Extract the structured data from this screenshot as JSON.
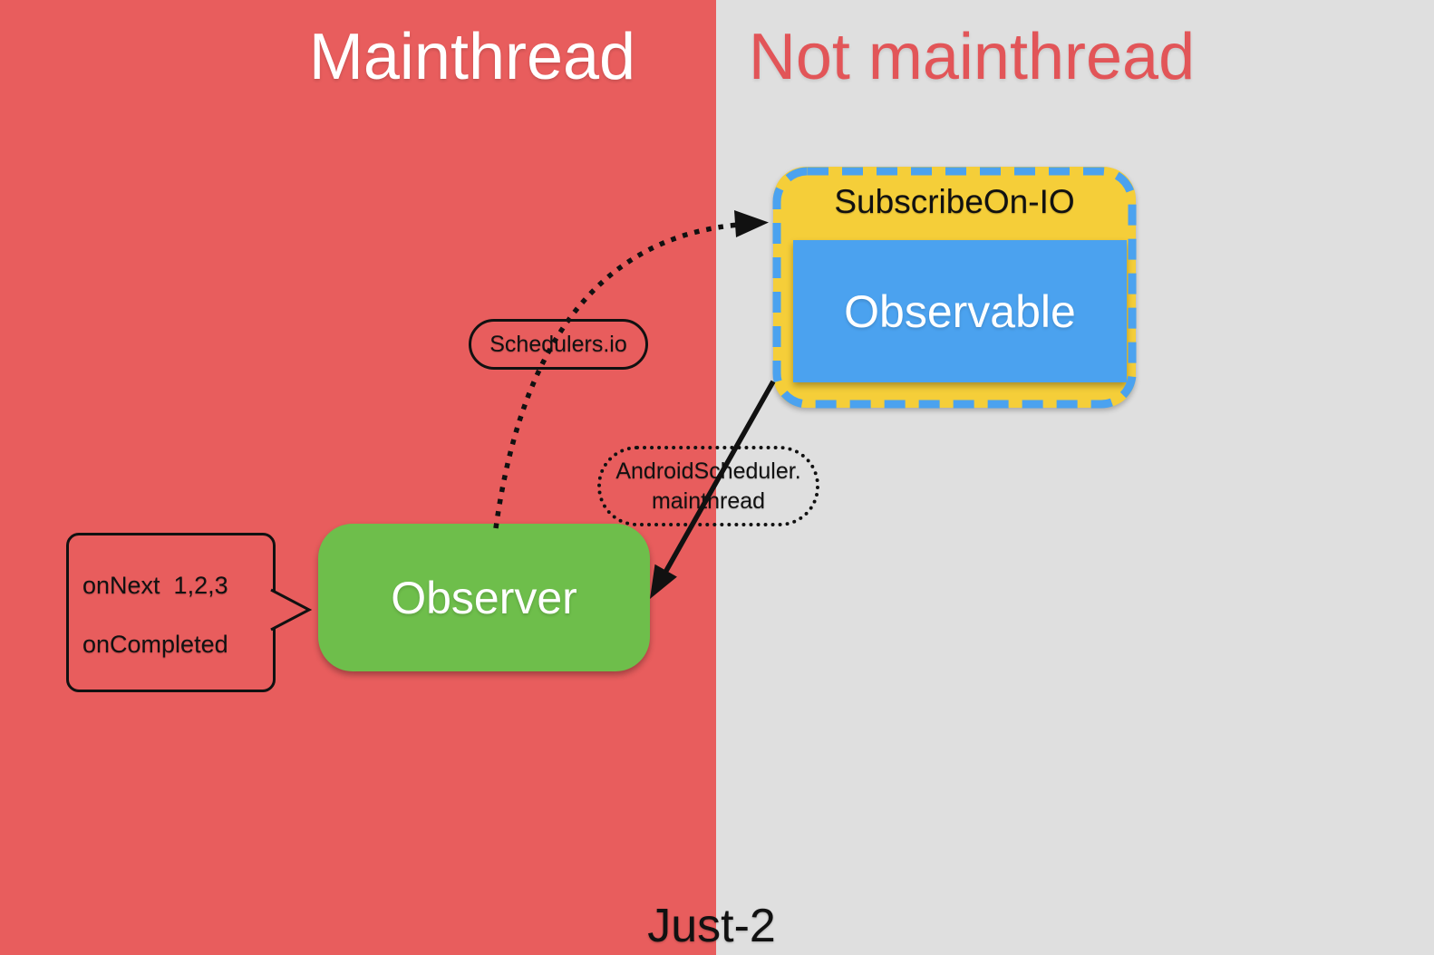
{
  "colors": {
    "red": "#E85D5D",
    "title_red": "#E25558",
    "gray": "#DFDFDF",
    "green": "#6EBE4B",
    "yellow": "#F5CE39",
    "blue": "#4BA2EF",
    "ink": "#111111",
    "white": "#FFFFFF"
  },
  "header": {
    "mainthread": "Mainthread",
    "not_mainthread": "Not mainthread"
  },
  "subscribe_box": {
    "title": "SubscribeOn-IO",
    "inner_label": "Observable"
  },
  "observer_box": {
    "label": "Observer"
  },
  "labels": {
    "schedulers_io": "Schedulers.io",
    "android_scheduler_line1": "AndroidScheduler.",
    "android_scheduler_line2": "mainthread"
  },
  "callout": {
    "line1": "onNext  1,2,3",
    "line2": "onCompleted"
  },
  "caption": "Just-2"
}
